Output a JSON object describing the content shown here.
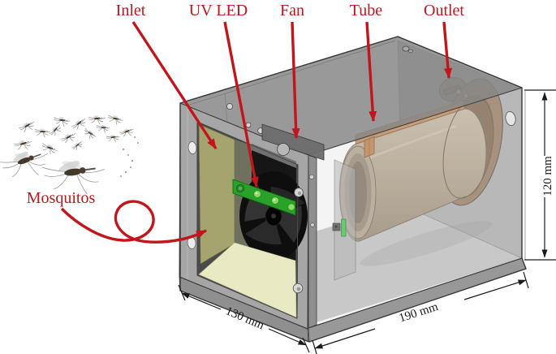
{
  "annotations": {
    "inlet": "Inlet",
    "uv_led": "UV LED",
    "fan": "Fan",
    "tube": "Tube",
    "outlet": "Outlet",
    "mosquitos": "Mosquitos"
  },
  "dimensions": {
    "front_width": "130 mm",
    "side_depth": "190 mm",
    "height": "120 mm"
  },
  "colors": {
    "annotation_red": "#c3161c",
    "dimension_black": "#1a1a1a",
    "case_gray": "#9a9a9a",
    "led_bar_green": "#28a228",
    "led_dome_green": "#8fd96a",
    "latch_green": "#3ec446",
    "tube_tan": "#b3a28b",
    "tube_cut_orange": "#c9874f",
    "flange_brown": "#96785c",
    "inlet_panel_olive": "#a5a46e",
    "inlet_floor_pale": "#e9e9c4",
    "fan_black": "#161616"
  },
  "icons": {
    "mosquito_swarm": "mosquito-glyphs",
    "leader_arrow": "red-arrow",
    "dimension_arrow": "black-double-arrow"
  }
}
